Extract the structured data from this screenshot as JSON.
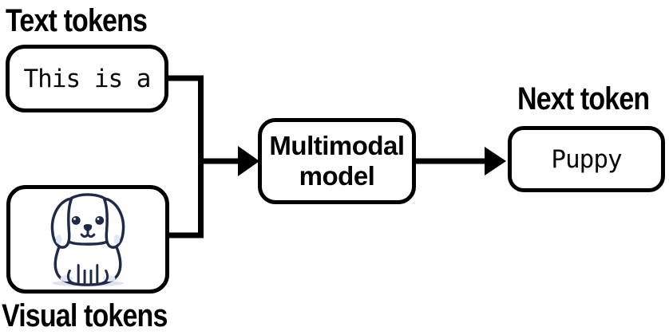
{
  "diagram": {
    "labels": {
      "text_tokens": "Text tokens",
      "visual_tokens": "Visual tokens",
      "next_token": "Next token"
    },
    "nodes": {
      "text_input": "This is a",
      "model": "Multimodal model",
      "output": "Puppy"
    },
    "icons": {
      "visual_input": "puppy-line-art-illustration"
    },
    "colors": {
      "line": "#000000",
      "box_border": "#000000",
      "box_fill": "#ffffff",
      "background": "#ffffff",
      "puppy_outline": "#1e2a47",
      "puppy_shading": "#e2e7f2",
      "puppy_shadow": "#dde2ee"
    }
  }
}
